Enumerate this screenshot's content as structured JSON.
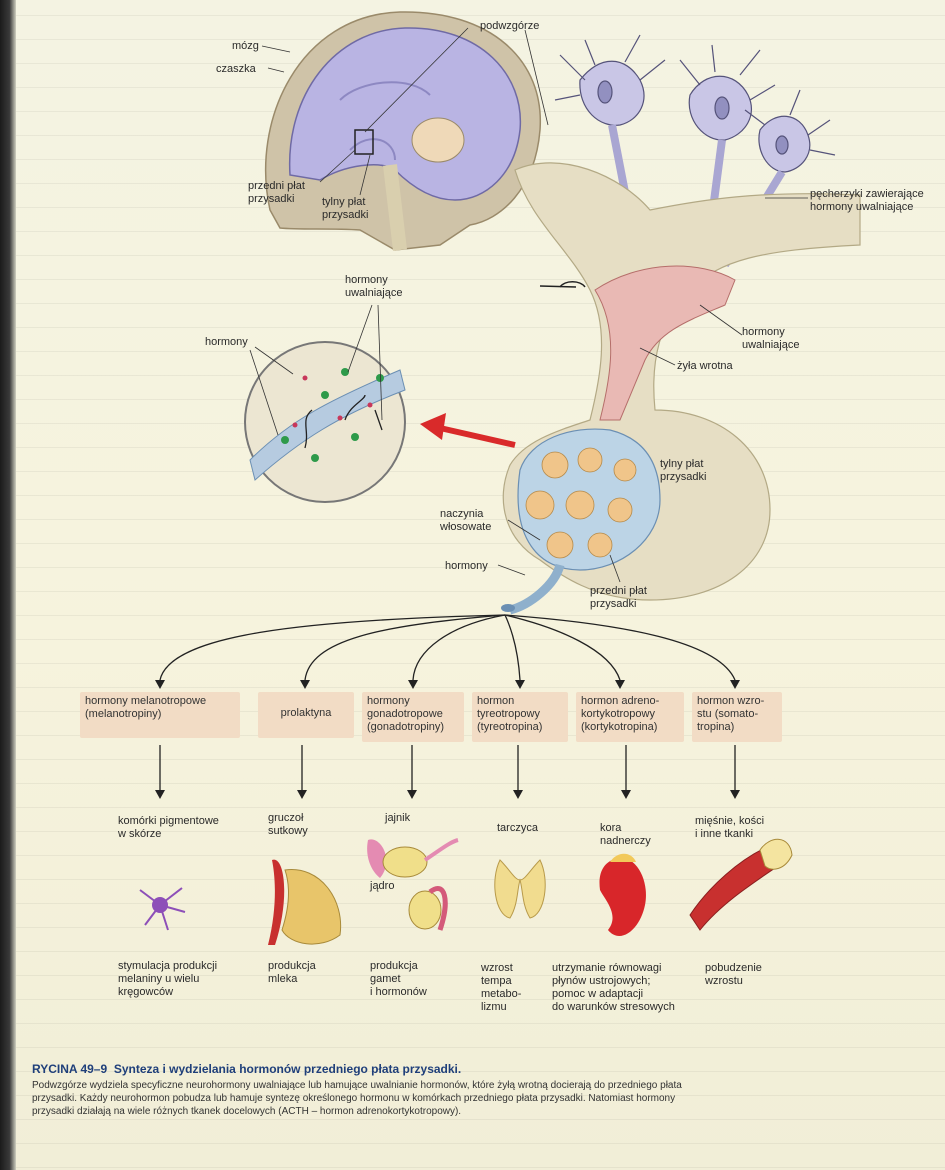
{
  "labels": {
    "mozg": "mózg",
    "czaszka": "czaszka",
    "podwzgorze": "podwzgórze",
    "przedni_plat_top": "przedni płat\nprzysadki",
    "tylny_plat_top": "tylny płat\nprzysadki",
    "hormony_uwalniajace_top": "hormony\nuwalniające",
    "hormony_circle": "hormony",
    "pecherzyki": "pęcherzyki zawierające\nhormony uwalniające",
    "hormony_uwalniajace_right": "hormony\nuwalniające",
    "zyla_wrotna": "żyła wrotna",
    "tylny_plat_right": "tylny płat\nprzysadki",
    "naczynia": "naczynia\nwłosowate",
    "hormony_stalk": "hormony",
    "przedni_plat_bottom": "przedni płat\nprzysadki"
  },
  "hormones": [
    "hormony melanotropowe\n(melanotropiny)",
    "prolaktyna",
    "hormony\ngonadotropowe\n(gonadotropiny)",
    "hormon\ntyreotropowy\n(tyreotropina)",
    "hormon adreno-\nkortykotropowy\n(kortykotropina)",
    "hormon wzro-\nstu (somato-\ntropina)"
  ],
  "targets": [
    "komórki pigmentowe\nw skórze",
    "gruczoł\nsutkowy",
    "jajnik",
    "jądro",
    "tarczyca",
    "kora\nnadnerczy",
    "mięśnie, kości\ni inne tkanki"
  ],
  "effects": [
    "stymulacja produkcji\nmelaniny u wielu\nkręgowców",
    "produkcja\nmleka",
    "produkcja\ngamet\ni hormonów",
    "wzrost\ntempa\nmetabo-\nlizmu",
    "utrzymanie równowagi\npłynów ustrojowych;\npomoc w adaptacji\ndo warunków stresowych",
    "pobudzenie\nwzrostu"
  ],
  "caption": {
    "number": "RYCINA 49–9",
    "title": "Synteza i wydzielania hormonów przedniego płata przysadki.",
    "body": "Podwzgórze wydziela specyficzne neurohormony uwalniające lub hamujące uwalnianie hormonów, które żyłą wrotną docierają do przedniego płata przysadki. Każdy neurohormon pobudza lub hamuje syntezę określonego hormonu w komórkach przedniego płata przysadki. Natomiast hormony przysadki działają na wiele różnych tkanek docelowych (ACTH – hormon adrenokortykotropowy)."
  },
  "colors": {
    "brain": "#b9b4e3",
    "capillary": "#bcd4e6",
    "hormone_box": "#f2dcc5",
    "arrow_red": "#d92a2a",
    "caption_title": "#1f3f7a"
  }
}
